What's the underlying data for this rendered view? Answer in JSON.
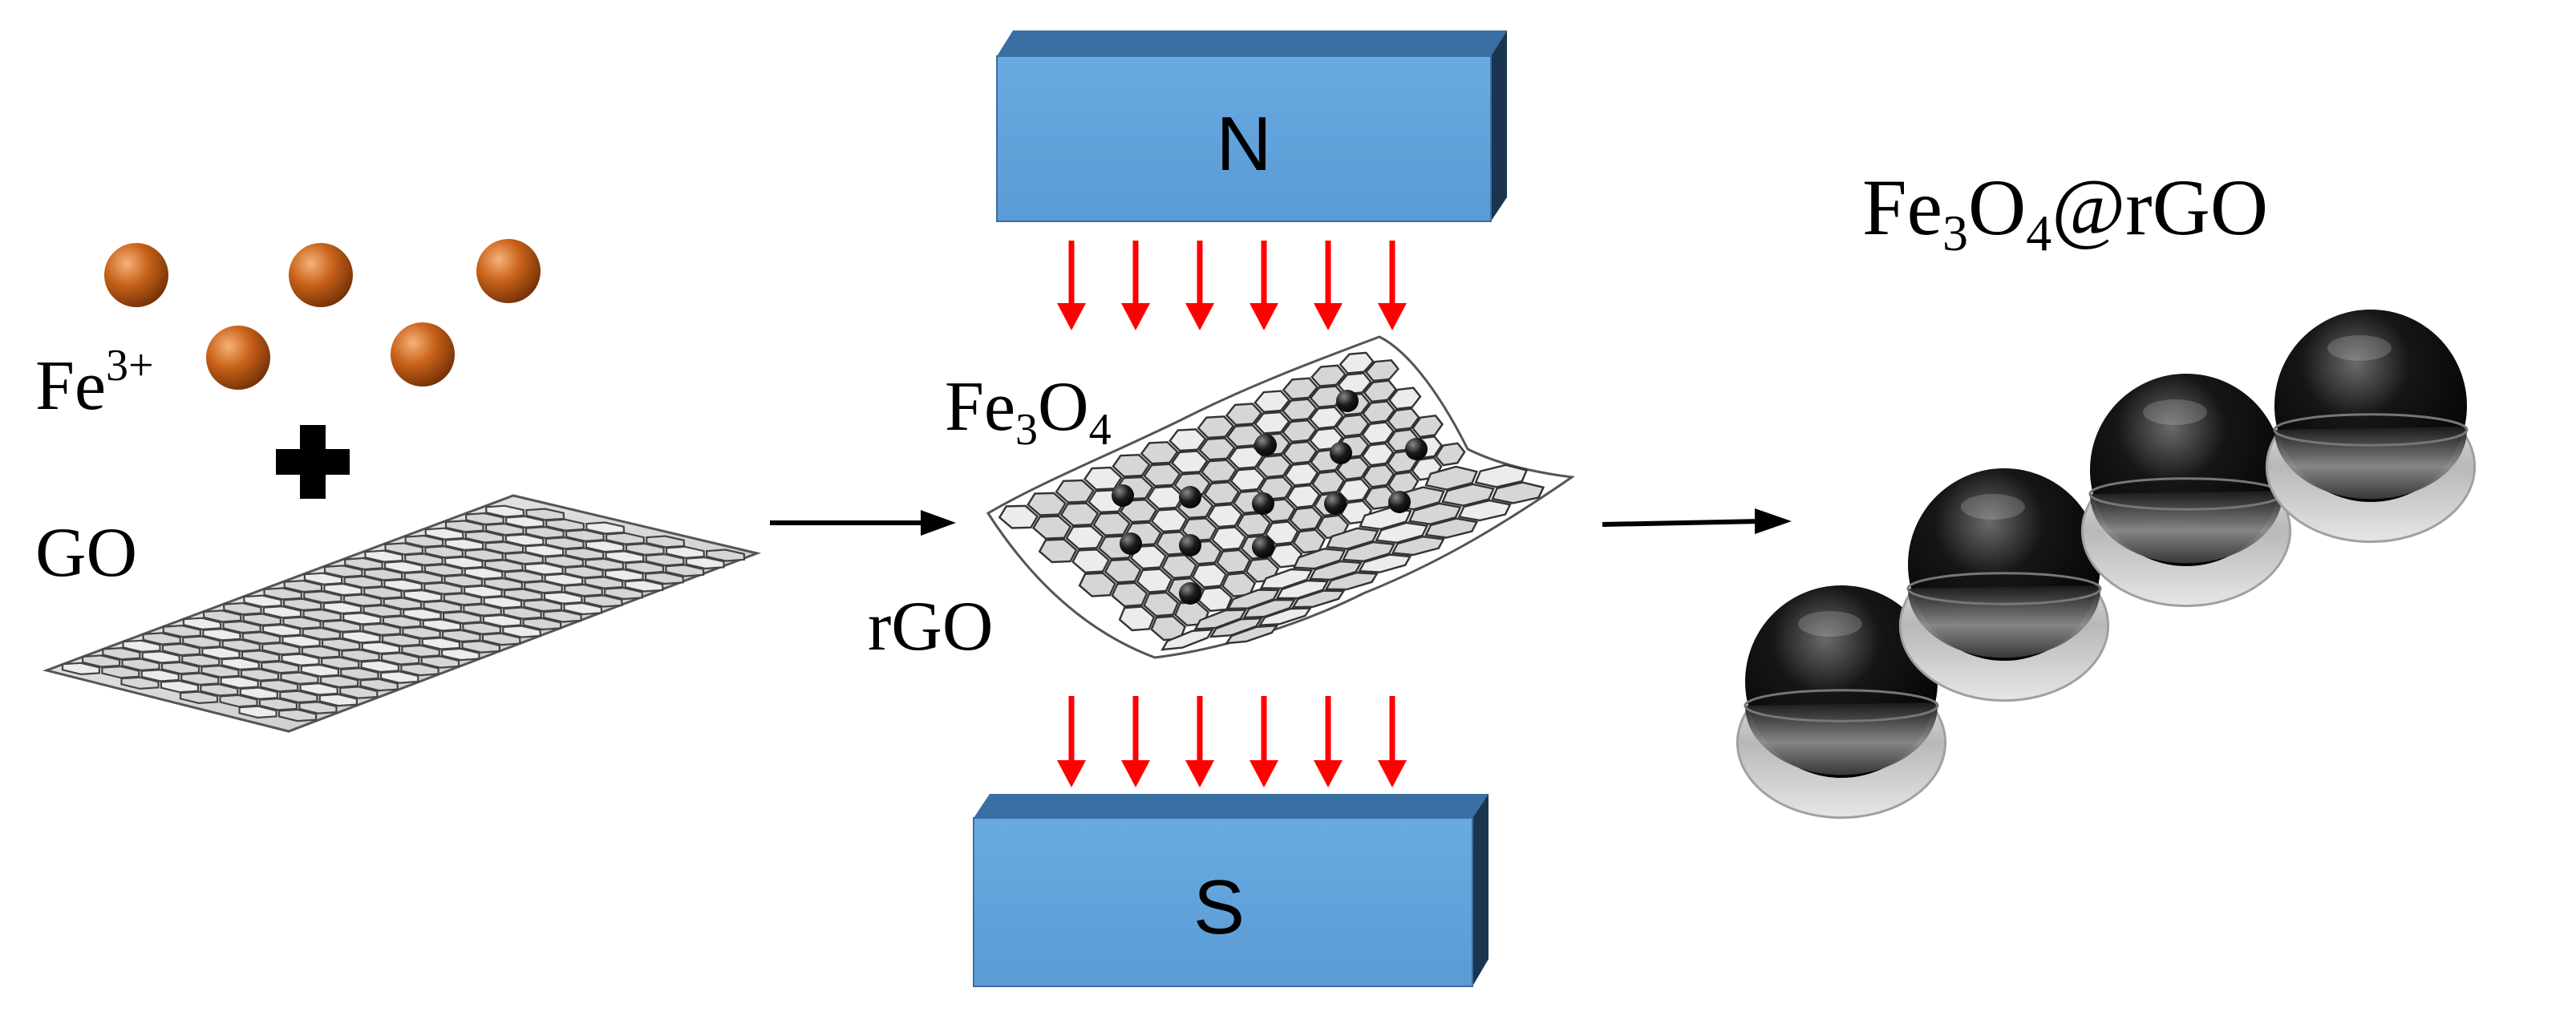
{
  "labels": {
    "fe3_base": "Fe",
    "fe3_charge": "3+",
    "go": "GO",
    "fe3o4_a": "Fe",
    "fe3o4_sub1": "3",
    "fe3o4_b": "O",
    "fe3o4_sub2": "4",
    "rgo": "rGO",
    "magnet_north": "N",
    "magnet_south": "S",
    "product_a": "Fe",
    "product_sub1": "3",
    "product_b": "O",
    "product_sub2": "4",
    "product_c": "@rGO"
  },
  "colors": {
    "magnet_face": "#62a3de",
    "magnet_top": "#3a6fa3",
    "magnet_side": "#1b3550",
    "field_arrow": "#ff0000",
    "iron_ion": "#c9631a",
    "sheet_fill": "#d9d9d9",
    "nanoparticle": "#111111"
  },
  "icons": {
    "plus": "plus-icon",
    "reaction_arrow": "arrow-right-icon"
  }
}
